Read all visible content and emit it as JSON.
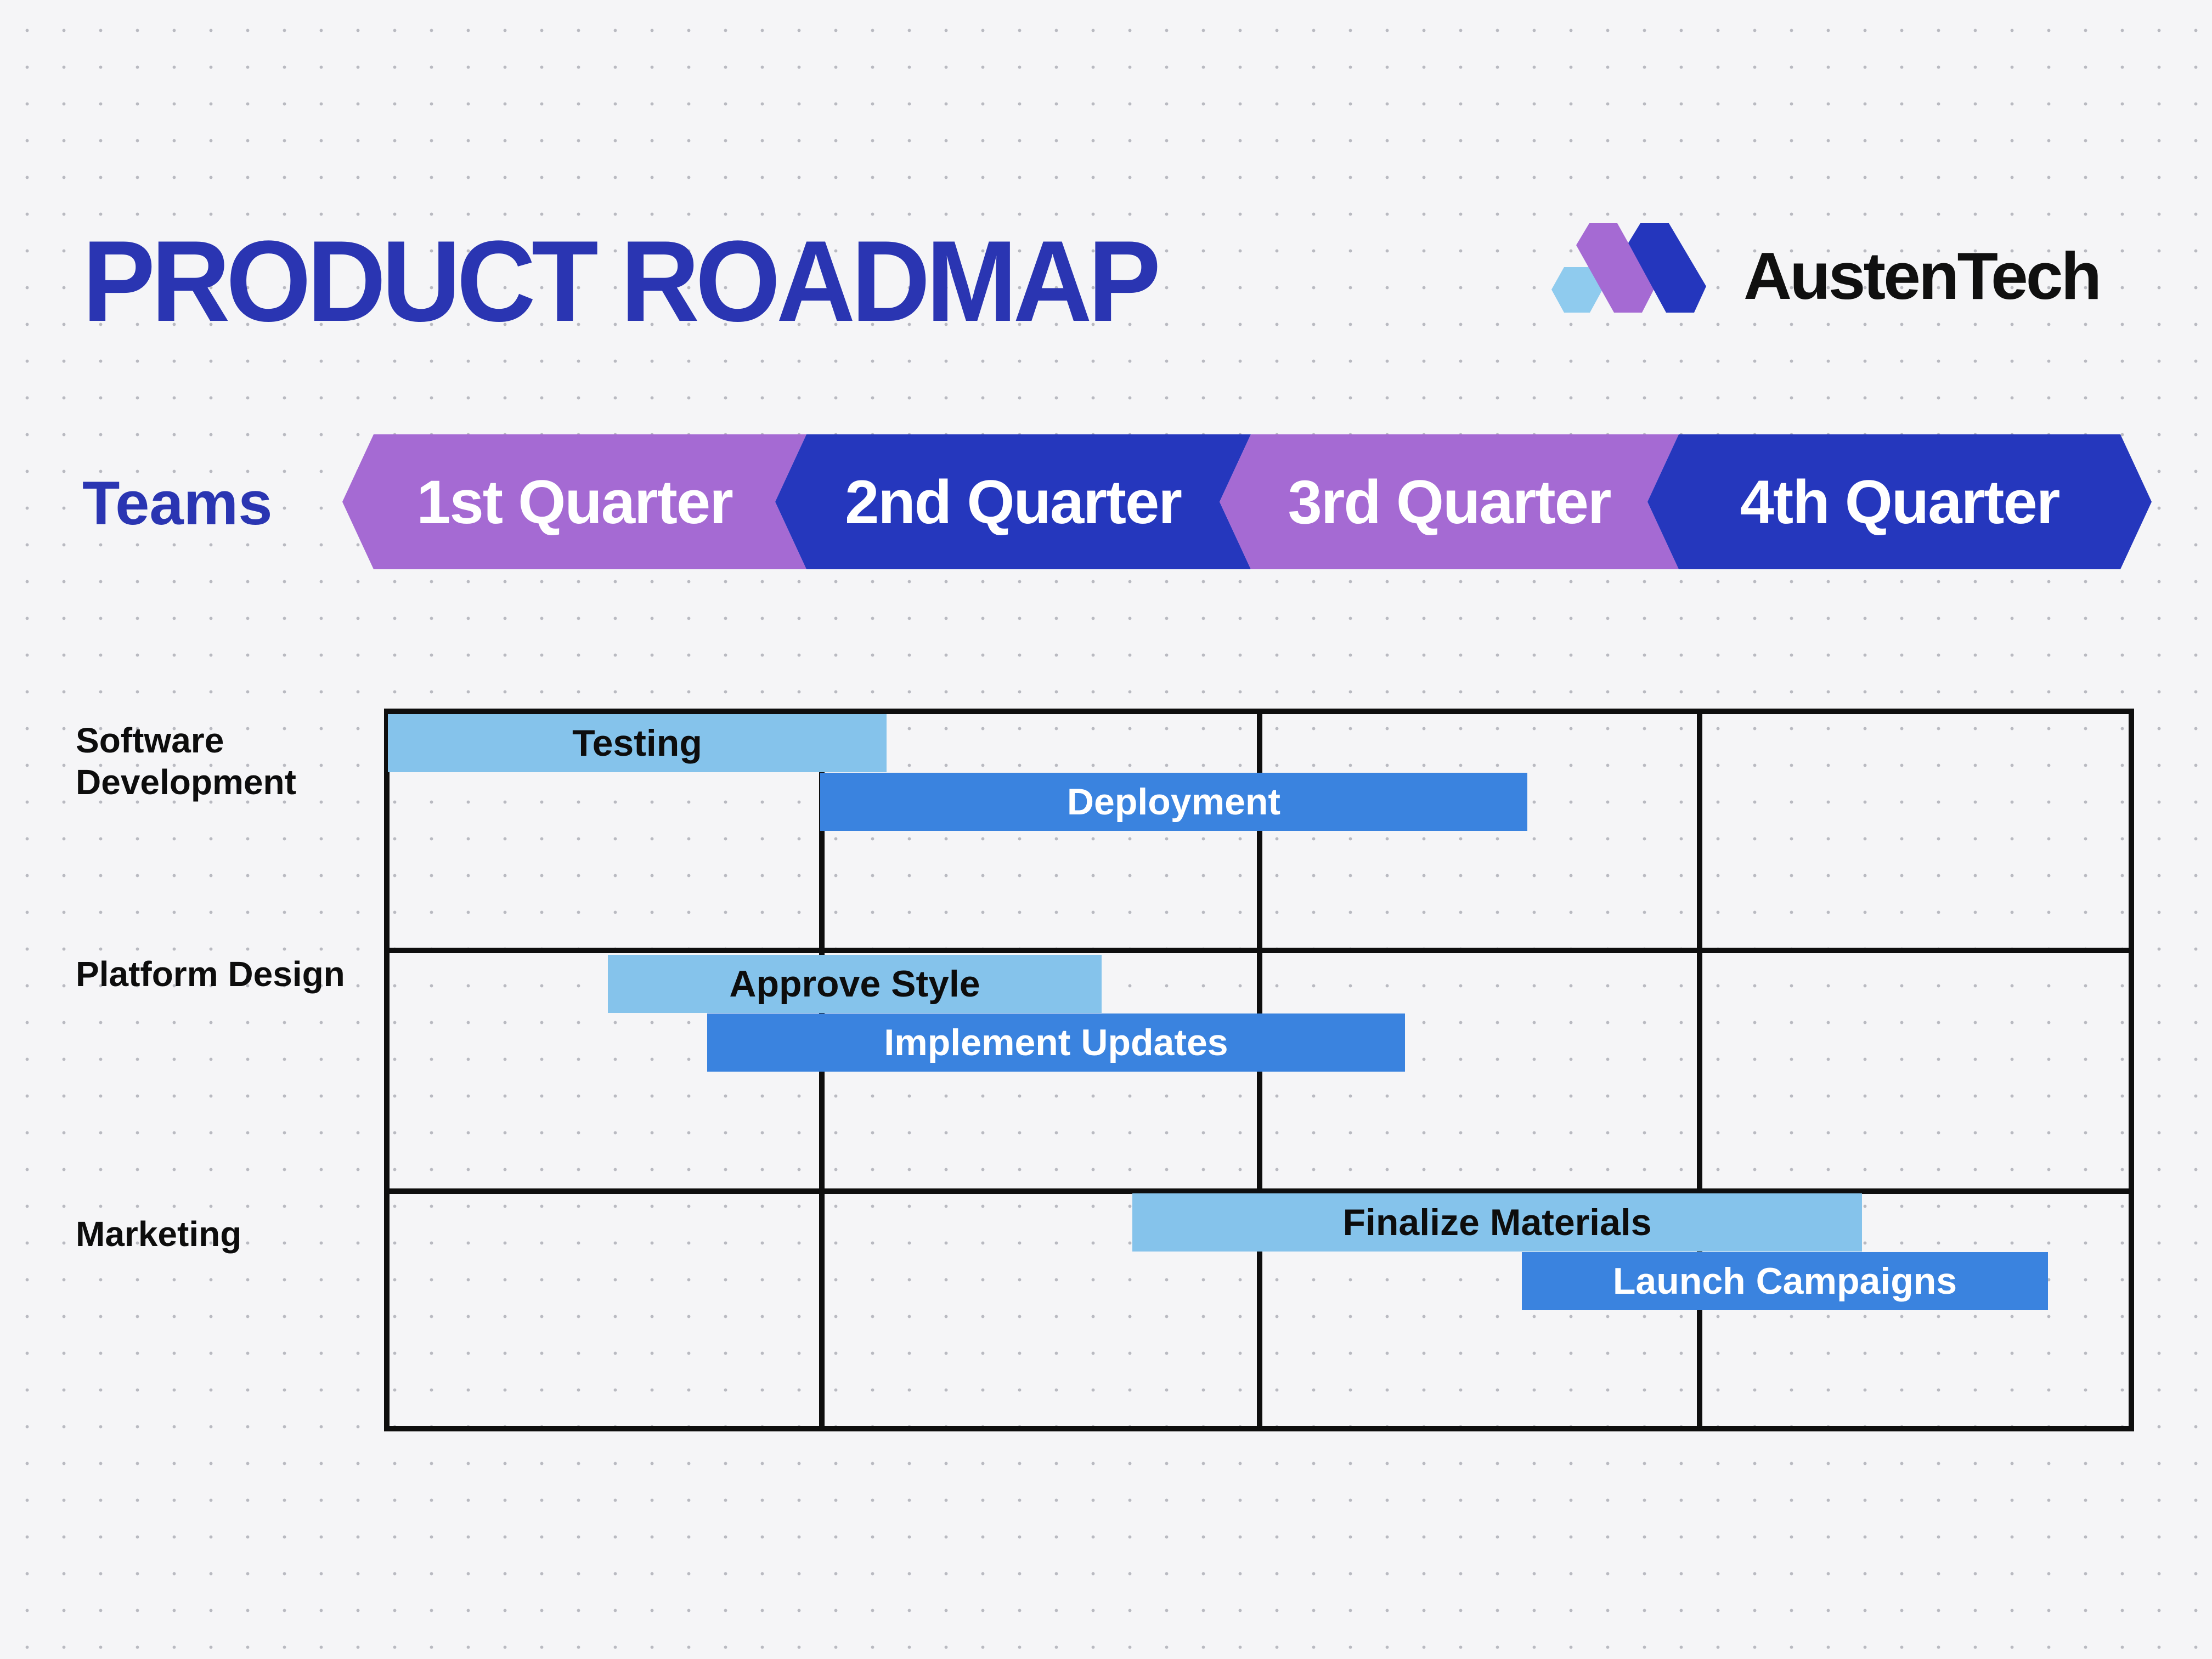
{
  "page": {
    "title": "PRODUCT ROADMAP",
    "background_color": "#f5f5f7",
    "dot_grid_color": "#b9bac1",
    "title_color": "#2a35b2"
  },
  "brand": {
    "name": "AustenTech",
    "logo_icon": "three-hexagons-mark",
    "logo_colors": {
      "light_blue_hexagon": "#8fcbee",
      "purple_hexagon": "#a56ad3",
      "dark_blue_hexagon": "#2436bd"
    }
  },
  "timeline": {
    "row_header": "Teams",
    "row_header_color": "#2a35b2",
    "banner_text_color": "#ffffff",
    "quarters": [
      {
        "label": "1st Quarter",
        "color": "#a56ad3"
      },
      {
        "label": "2nd Quarter",
        "color": "#2537bd"
      },
      {
        "label": "3rd Quarter",
        "color": "#a56ad3"
      },
      {
        "label": "4th Quarter",
        "color": "#2537bd"
      }
    ]
  },
  "gantt": {
    "grid_line_color": "#0e0e0e",
    "bar_colors": {
      "light": "#85c3eb",
      "dark": "#3a83df"
    },
    "teams": [
      {
        "name": "Software Development",
        "tasks": [
          {
            "label": "Testing",
            "shade": "light",
            "text_color": "#0d0d0d",
            "start_quarter": 0.0,
            "end_quarter": 1.15
          },
          {
            "label": "Deployment",
            "shade": "dark",
            "text_color": "#ffffff",
            "start_quarter": 1.0,
            "end_quarter": 2.6
          }
        ]
      },
      {
        "name": "Platform Design",
        "tasks": [
          {
            "label": "Approve Style",
            "shade": "light",
            "text_color": "#0d0d0d",
            "start_quarter": 0.5,
            "end_quarter": 1.64
          },
          {
            "label": "Implement Updates",
            "shade": "dark",
            "text_color": "#ffffff",
            "start_quarter": 0.74,
            "end_quarter": 2.33
          }
        ]
      },
      {
        "name": "Marketing",
        "tasks": [
          {
            "label": "Finalize Materials",
            "shade": "light",
            "text_color": "#0d0d0d",
            "start_quarter": 1.71,
            "end_quarter": 3.37
          },
          {
            "label": "Launch Campaigns",
            "shade": "dark",
            "text_color": "#ffffff",
            "start_quarter": 2.6,
            "end_quarter": 3.79
          }
        ]
      }
    ]
  },
  "chart_data": {
    "type": "gantt",
    "title": "PRODUCT ROADMAP",
    "x_categories": [
      "1st Quarter",
      "2nd Quarter",
      "3rd Quarter",
      "4th Quarter"
    ],
    "xlim_quarters": [
      0,
      4
    ],
    "rows": [
      "Software Development",
      "Platform Design",
      "Marketing"
    ],
    "series": [
      {
        "row": "Software Development",
        "name": "Testing",
        "start": 0.0,
        "end": 1.15
      },
      {
        "row": "Software Development",
        "name": "Deployment",
        "start": 1.0,
        "end": 2.6
      },
      {
        "row": "Platform Design",
        "name": "Approve Style",
        "start": 0.5,
        "end": 1.64
      },
      {
        "row": "Platform Design",
        "name": "Implement Updates",
        "start": 0.74,
        "end": 2.33
      },
      {
        "row": "Marketing",
        "name": "Finalize Materials",
        "start": 1.71,
        "end": 3.37
      },
      {
        "row": "Marketing",
        "name": "Launch Campaigns",
        "start": 2.6,
        "end": 3.79
      }
    ],
    "legend": "none",
    "grid": "on"
  }
}
